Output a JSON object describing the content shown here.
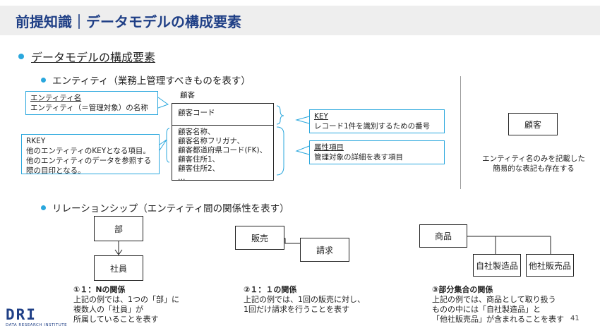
{
  "header": {
    "title": "前提知識｜データモデルの構成要素"
  },
  "section": {
    "heading": "データモデルの構成要素",
    "entity_heading": "エンティティ（業務上管理すべきものを表す）",
    "relationship_heading": "リレーションシップ（エンティティ間の関係性を表す）"
  },
  "entity_example": {
    "name": "顧客",
    "key": "顧客コード",
    "attributes": [
      "顧客名称、",
      "顧客名称フリガナ、",
      "顧客都道府県コード(FK)、",
      "顧客住所1、",
      "顧客住所2、",
      "…"
    ]
  },
  "callouts": {
    "entity_name": {
      "title": "エンティティ名",
      "body": "エンティティ（＝管理対象）の名称"
    },
    "rkey": {
      "title": "RKEY",
      "lines": [
        "他のエンティティのKEYとなる項目。",
        "他のエンティティのデータを参照する",
        "際の目印となる。"
      ]
    },
    "key": {
      "title": "KEY",
      "body": "レコード1件を識別するための番号"
    },
    "attribute": {
      "title": "属性項目",
      "body": "管理対象の詳細を表す項目"
    }
  },
  "simple_entity": {
    "label": "顧客",
    "caption": [
      "エンティティ名のみを記載した",
      "簡易的な表記も存在する"
    ]
  },
  "relationships": {
    "one_to_many": {
      "parent": "部",
      "child": "社員",
      "title": "①１：Nの関係",
      "lines": [
        "上記の例では、1つの「部」に",
        "複数人の「社員」が",
        "所属していることを表す"
      ]
    },
    "one_to_one": {
      "a": "販売",
      "b": "請求",
      "title": "②１：１の関係",
      "lines": [
        "上記の例では、1回の販売に対し、",
        "1回だけ請求を行うことを表す"
      ]
    },
    "subset": {
      "parent": "商品",
      "child1": "自社製造品",
      "child2": "他社販売品",
      "title": "③部分集合の関係",
      "lines": [
        "上記の例では、商品として取り扱う",
        "ものの中には「自社製造品」と",
        "「他社販売品」が含まれることを表す"
      ]
    }
  },
  "footer": {
    "logo_text": "DRI",
    "logo_sub": "DATA RESEARCH INSTITUTE",
    "page_number": "41"
  },
  "colors": {
    "title": "#1f3f86",
    "accent": "#2aa7dd",
    "title_bg": "#eeeeee"
  }
}
